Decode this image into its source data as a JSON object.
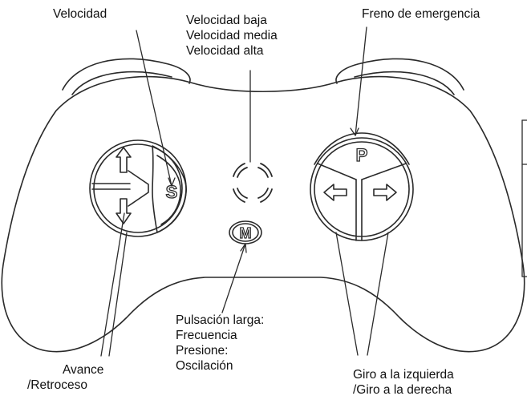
{
  "labels": {
    "speed": "Velocidad",
    "speed_levels": [
      "Velocidad baja",
      "Velocidad media",
      "Velocidad alta"
    ],
    "emergency_brake": "Freno de emergencia",
    "mode": [
      "Pulsación larga:",
      "Frecuencia",
      "Presione:",
      "Oscilación"
    ],
    "forward_backward": [
      "Avance",
      "/Retroceso"
    ],
    "turn": [
      "Giro a la izquierda",
      "/Giro a la derecha"
    ]
  },
  "buttons": {
    "speed_letter": "S",
    "brake_letter": "P",
    "mode_letter": "M"
  },
  "colors": {
    "line": "#2a2a2a",
    "background": "#ffffff"
  }
}
